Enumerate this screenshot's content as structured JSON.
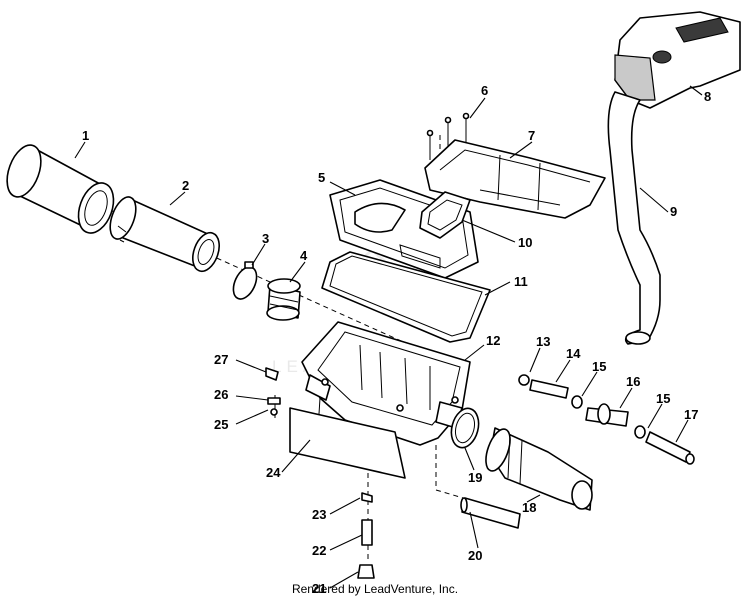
{
  "diagram": {
    "watermark": "LEADVENTURE",
    "credit": "Rendered by LeadVenture, Inc.",
    "callouts": [
      "1",
      "2",
      "3",
      "4",
      "5",
      "6",
      "7",
      "8",
      "9",
      "10",
      "11",
      "12",
      "13",
      "14",
      "15",
      "15",
      "16",
      "17",
      "18",
      "19",
      "20",
      "21",
      "22",
      "23",
      "24",
      "25",
      "26",
      "27"
    ]
  }
}
